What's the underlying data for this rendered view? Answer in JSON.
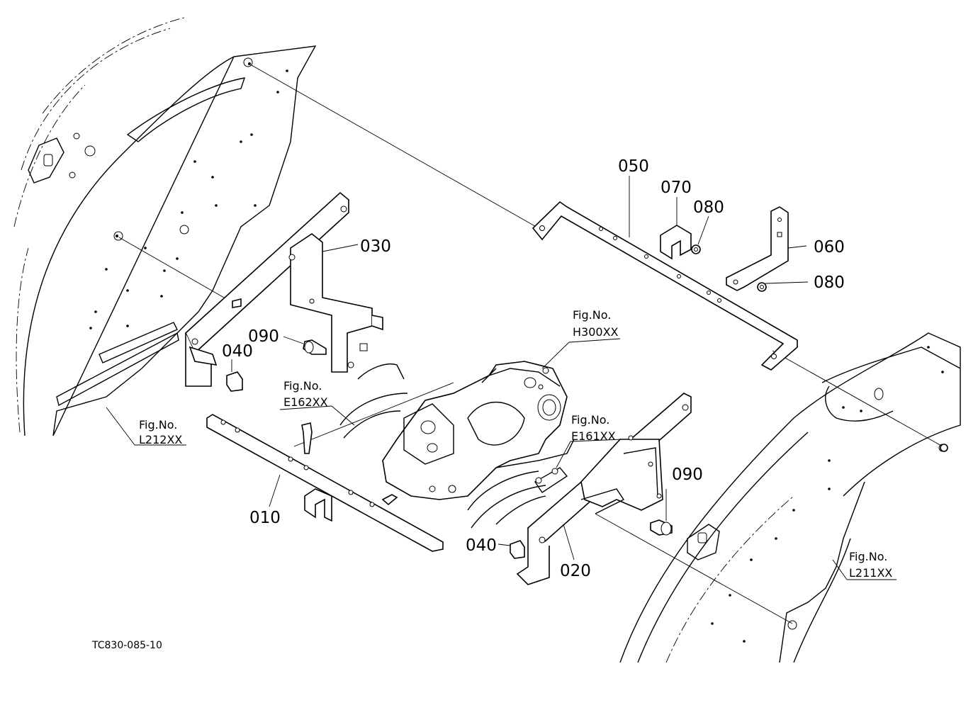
{
  "diagram": {
    "code": "TC830-085-10",
    "part_labels": {
      "p010": "010",
      "p020": "020",
      "p030": "030",
      "p040a": "040",
      "p040b": "040",
      "p050": "050",
      "p060": "060",
      "p070": "070",
      "p080a": "080",
      "p080b": "080",
      "p090a": "090",
      "p090b": "090"
    },
    "figure_refs": {
      "h300": {
        "title": "Fig.No.",
        "number": "H300XX"
      },
      "e162": {
        "title": "Fig.No.",
        "number": "E162XX"
      },
      "e161": {
        "title": "Fig.No.",
        "number": "E161XX"
      },
      "l212": {
        "title": "Fig.No.",
        "number": "L212XX"
      },
      "l211": {
        "title": "Fig.No.",
        "number": "L211XX"
      }
    }
  }
}
